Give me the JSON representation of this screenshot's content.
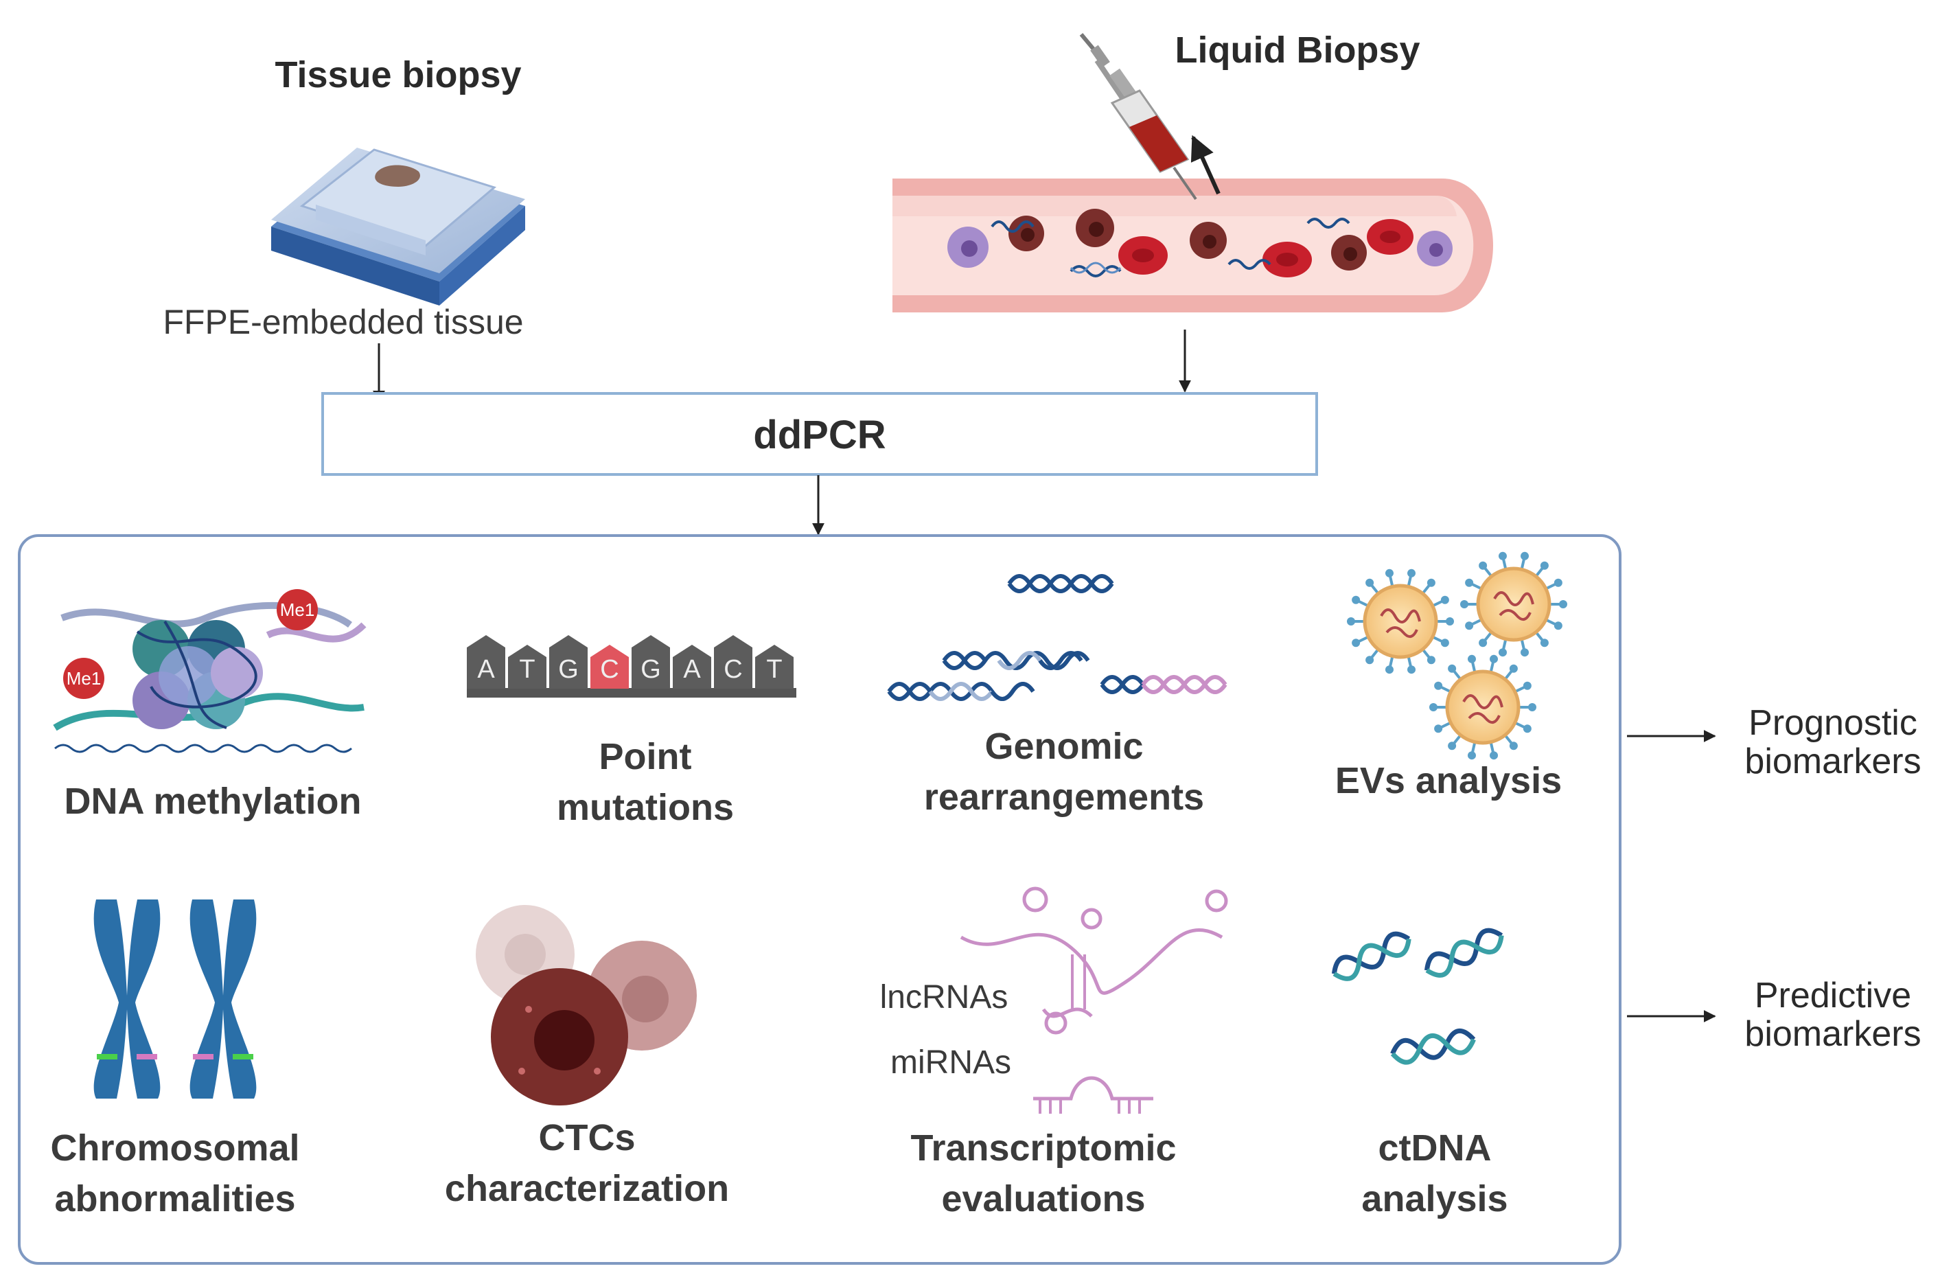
{
  "sources": {
    "tissue_title": "Tissue biopsy",
    "tissue_caption": "FFPE-embedded tissue",
    "liquid_title": "Liquid Biopsy"
  },
  "method": {
    "label": "ddPCR"
  },
  "applications": {
    "dna_methylation": {
      "label": "DNA methylation",
      "me_tag": "Me1"
    },
    "point_mutations": {
      "label": "Point\nmutations",
      "sequence": [
        "A",
        "T",
        "G",
        "C",
        "G",
        "A",
        "C",
        "T"
      ]
    },
    "genomic_rearrangements": {
      "label": "Genomic\nrearrangements"
    },
    "evs_analysis": {
      "label": "EVs analysis"
    },
    "chromosomal_abnormalities": {
      "label": "Chromosomal\nabnormalities"
    },
    "ctcs_characterization": {
      "label": "CTCs\ncharacterization"
    },
    "transcriptomic_evaluations": {
      "label": "Transcriptomic\nevaluations",
      "lncrna_label": "lncRNAs",
      "mirna_label": "miRNAs"
    },
    "ctdna_analysis": {
      "label": "ctDNA\nanalysis"
    }
  },
  "outputs": {
    "prognostic": "Prognostic\nbiomarkers",
    "predictive": "Predictive\nbiomarkers"
  },
  "colors": {
    "box_border": "#7f99c2",
    "ddpcr_border": "#8fb2d6",
    "vessel": "#f0b1ad",
    "vessel_inner": "#fbe0dc",
    "rbc": "#c8202c",
    "dna_blue": "#1f4f8a",
    "rna_pink": "#c98fc6",
    "chromosome": "#2a6fa8",
    "highlight_red": "#e0555e"
  }
}
